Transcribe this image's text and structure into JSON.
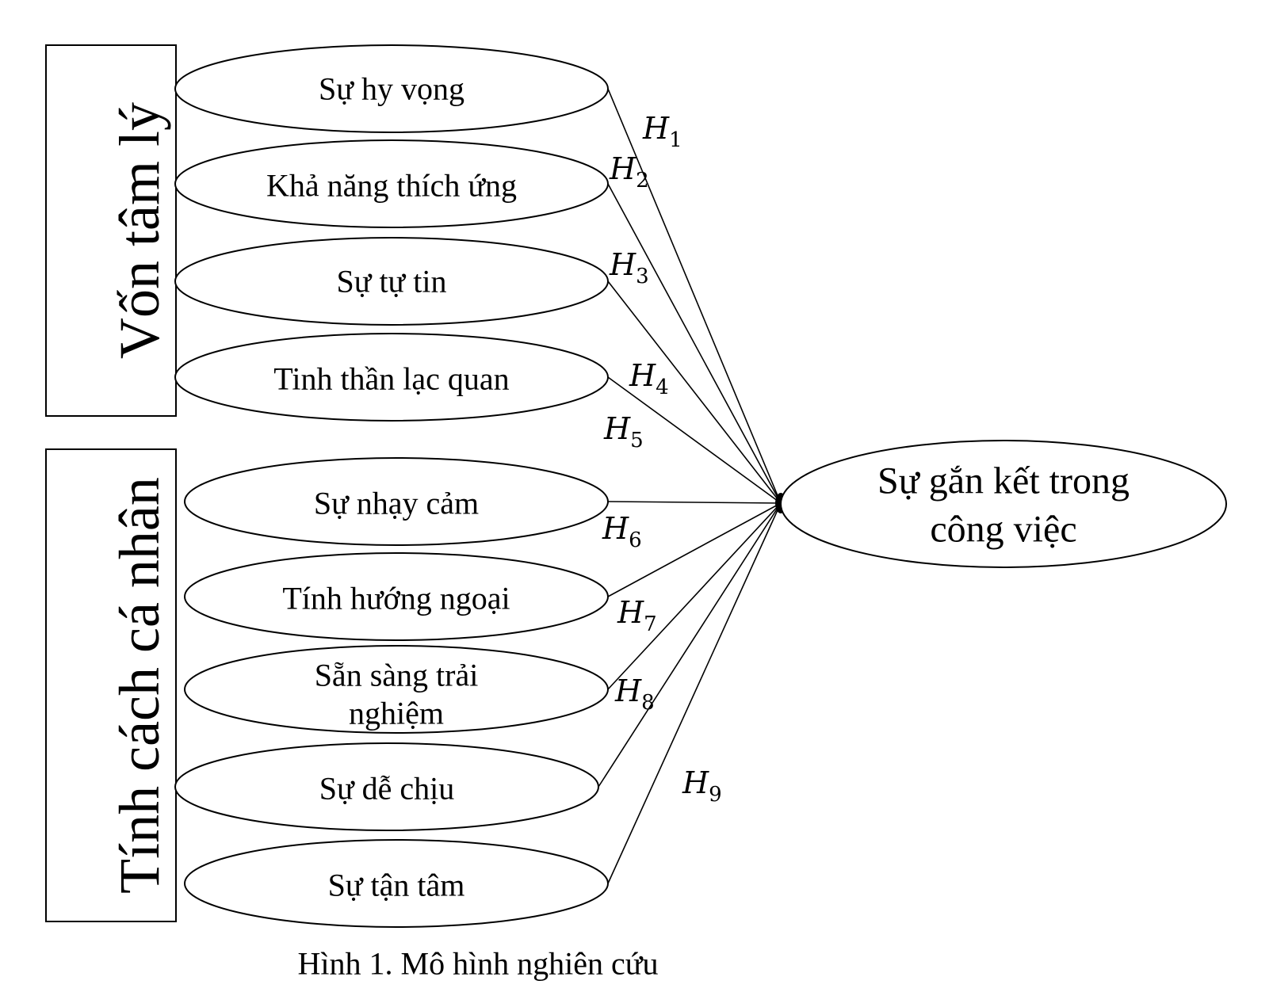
{
  "diagram": {
    "groups": {
      "psych": {
        "label": "Vốn tâm lý"
      },
      "personality": {
        "label": "Tính cách cá nhân"
      }
    },
    "factors": [
      {
        "id": "hope",
        "lines": [
          "Sự hy vọng"
        ]
      },
      {
        "id": "resilience",
        "lines": [
          "Khả năng thích ứng"
        ]
      },
      {
        "id": "efficacy",
        "lines": [
          "Sự tự tin"
        ]
      },
      {
        "id": "optimism",
        "lines": [
          "Tinh thần lạc quan"
        ]
      },
      {
        "id": "neuroticism",
        "lines": [
          "Sự nhạy cảm"
        ]
      },
      {
        "id": "extraversion",
        "lines": [
          "Tính hướng ngoại"
        ]
      },
      {
        "id": "openness",
        "lines": [
          "Sẵn sàng trải",
          "nghiệm"
        ]
      },
      {
        "id": "agreeableness",
        "lines": [
          "Sự dễ chịu"
        ]
      },
      {
        "id": "conscientiousness",
        "lines": [
          "Sự tận tâm"
        ]
      }
    ],
    "outcome": {
      "lines": [
        "Sự gắn kết trong",
        "công việc"
      ]
    },
    "hypotheses": [
      {
        "letter": "H",
        "sub": "1"
      },
      {
        "letter": "H",
        "sub": "2"
      },
      {
        "letter": "H",
        "sub": "3"
      },
      {
        "letter": "H",
        "sub": "4"
      },
      {
        "letter": "H",
        "sub": "5"
      },
      {
        "letter": "H",
        "sub": "6"
      },
      {
        "letter": "H",
        "sub": "7"
      },
      {
        "letter": "H",
        "sub": "8"
      },
      {
        "letter": "H",
        "sub": "9"
      }
    ]
  },
  "caption": "Hình 1. Mô hình nghiên cứu"
}
